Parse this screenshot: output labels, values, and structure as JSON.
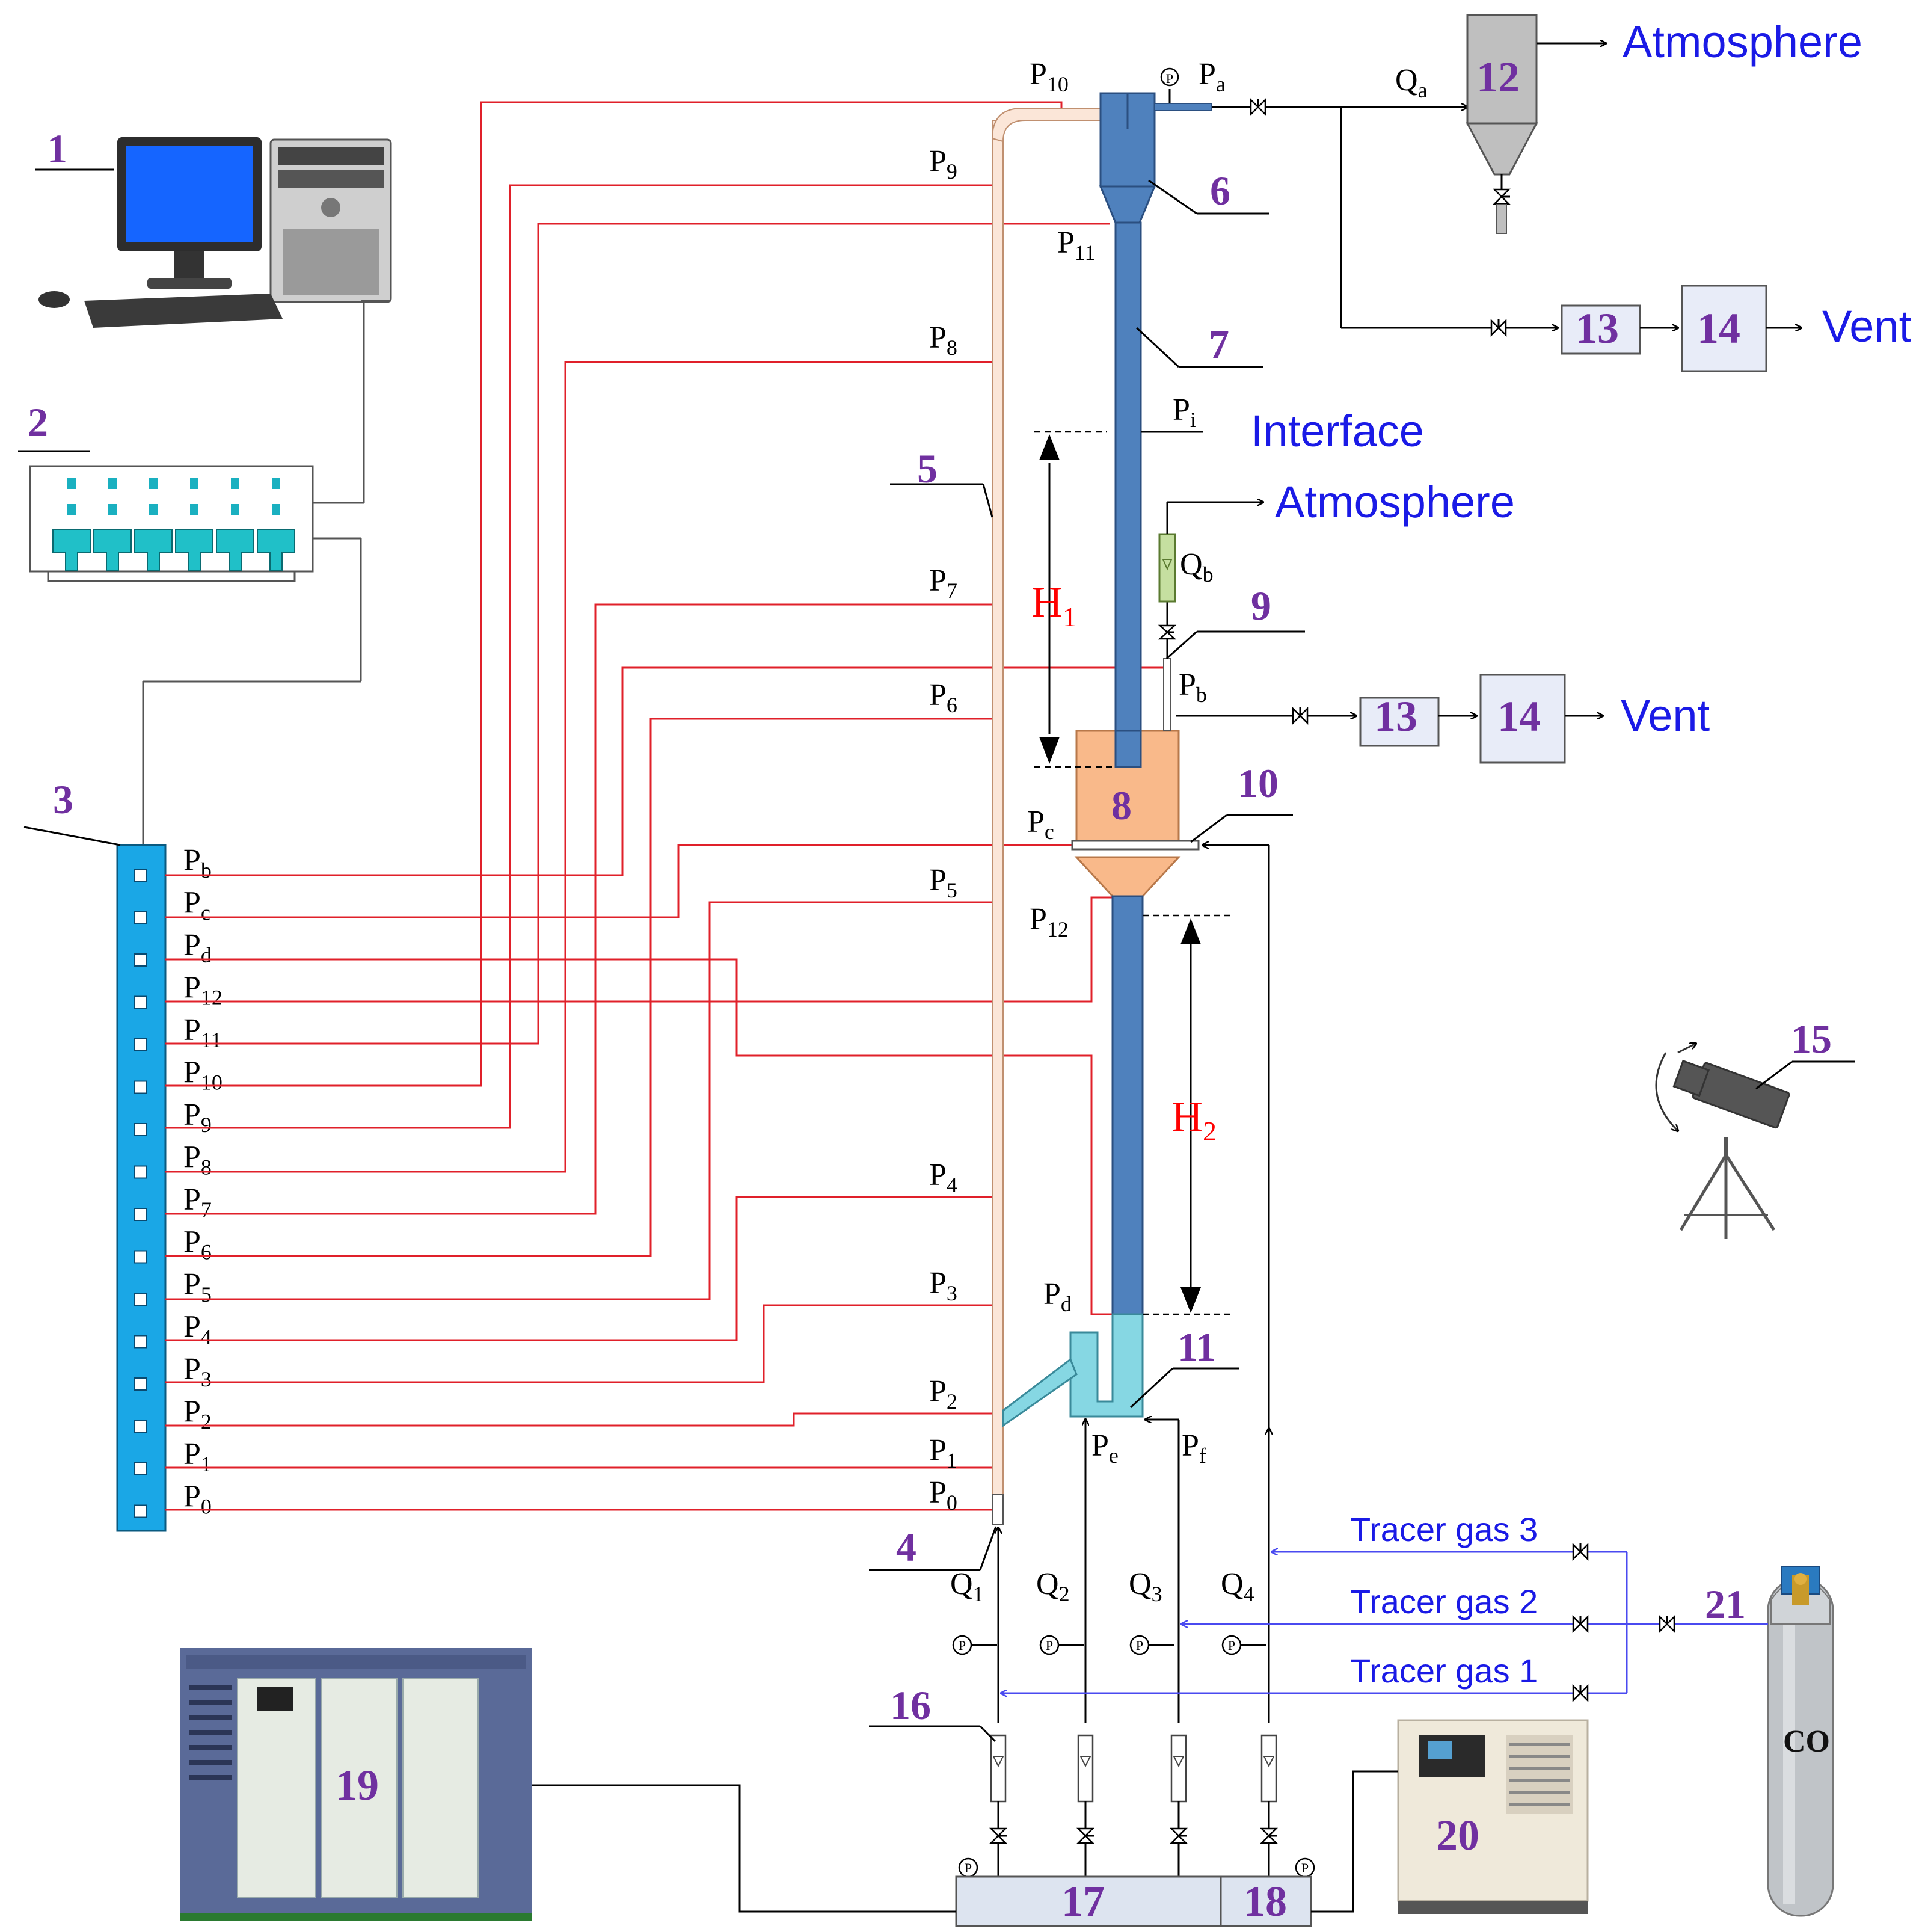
{
  "component_numbers": {
    "n1": "1",
    "n2": "2",
    "n3": "3",
    "n4": "4",
    "n5": "5",
    "n6": "6",
    "n7": "7",
    "n8": "8",
    "n9": "9",
    "n10": "10",
    "n11": "11",
    "n12": "12",
    "n13a": "13",
    "n14a": "14",
    "n13b": "13",
    "n14b": "14",
    "n15": "15",
    "n16": "16",
    "n17": "17",
    "n18": "18",
    "n19": "19",
    "n20": "20",
    "n21": "21"
  },
  "outlets": {
    "atmosphere_top": "Atmosphere",
    "atmosphere_mid": "Atmosphere",
    "vent_top": "Vent",
    "vent_mid": "Vent",
    "interface": "Interface"
  },
  "heights": {
    "h1": "H",
    "h1_sub": "1",
    "h2": "H",
    "h2_sub": "2"
  },
  "tracer": {
    "gas3": "Tracer gas 3",
    "gas2": "Tracer gas 2",
    "gas1": "Tracer gas 1",
    "cylinder": "CO"
  },
  "flows": {
    "qa": "Q",
    "qa_sub": "a",
    "qb": "Q",
    "qb_sub": "b",
    "q1": "Q",
    "q1_sub": "1",
    "q2": "Q",
    "q2_sub": "2",
    "q3": "Q",
    "q3_sub": "3",
    "q4": "Q",
    "q4_sub": "4"
  },
  "column_pressures": {
    "p0": "P",
    "p0_sub": "0",
    "p1": "P",
    "p1_sub": "1",
    "p2": "P",
    "p2_sub": "2",
    "p3": "P",
    "p3_sub": "3",
    "p4": "P",
    "p4_sub": "4",
    "p5": "P",
    "p5_sub": "5",
    "p6": "P",
    "p6_sub": "6",
    "p7": "P",
    "p7_sub": "7",
    "p8": "P",
    "p8_sub": "8",
    "p9": "P",
    "p9_sub": "9",
    "p10": "P",
    "p10_sub": "10",
    "p11": "P",
    "p11_sub": "11",
    "p12": "P",
    "p12_sub": "12",
    "pa": "P",
    "pa_sub": "a",
    "pb": "P",
    "pb_sub": "b",
    "pc": "P",
    "pc_sub": "c",
    "pd": "P",
    "pd_sub": "d",
    "pe": "P",
    "pe_sub": "e",
    "pf": "P",
    "pf_sub": "f",
    "pi": "P",
    "pi_sub": "i"
  },
  "gauge_glyph": "P",
  "panel_ports": [
    {
      "main": "P",
      "sub": "b"
    },
    {
      "main": "P",
      "sub": "c"
    },
    {
      "main": "P",
      "sub": "d"
    },
    {
      "main": "P",
      "sub": "12"
    },
    {
      "main": "P",
      "sub": "11"
    },
    {
      "main": "P",
      "sub": "10"
    },
    {
      "main": "P",
      "sub": "9"
    },
    {
      "main": "P",
      "sub": "8"
    },
    {
      "main": "P",
      "sub": "7"
    },
    {
      "main": "P",
      "sub": "6"
    },
    {
      "main": "P",
      "sub": "5"
    },
    {
      "main": "P",
      "sub": "4"
    },
    {
      "main": "P",
      "sub": "3"
    },
    {
      "main": "P",
      "sub": "2"
    },
    {
      "main": "P",
      "sub": "1"
    },
    {
      "main": "P",
      "sub": "0"
    }
  ],
  "colors": {
    "signal_line": "#e0202a",
    "tracer_line": "#4a4af0",
    "reactor_blue": "#4f81bd",
    "bed_orange": "#f9b98a",
    "seal_cyan": "#86d7e3",
    "panel_blue": "#1aa7e6",
    "label_purple": "#7030a0",
    "outlet_blue": "#1a1ae6"
  }
}
